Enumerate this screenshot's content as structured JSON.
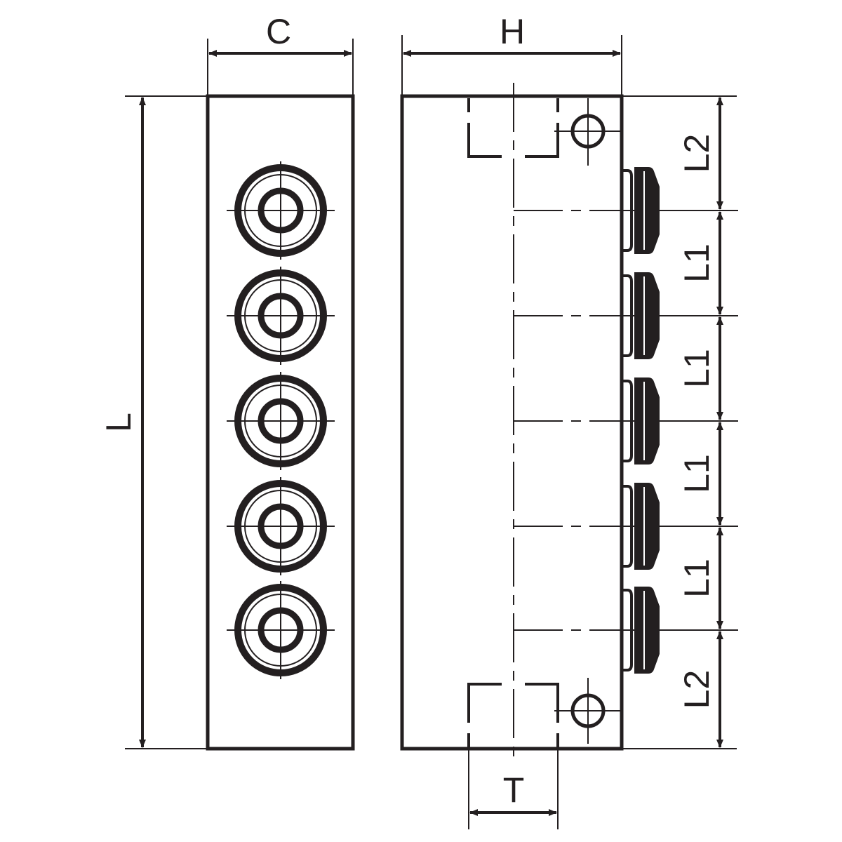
{
  "drawing": {
    "dimensions": {
      "width_front": "C",
      "length": "L",
      "height_side": "H",
      "thread": "T",
      "end_pitch_top": "L2",
      "pitch_1": "L1",
      "pitch_2": "L1",
      "pitch_3": "L1",
      "pitch_4": "L1",
      "end_pitch_bottom": "L2"
    },
    "port_count": 5,
    "line_color": "#231f20"
  }
}
